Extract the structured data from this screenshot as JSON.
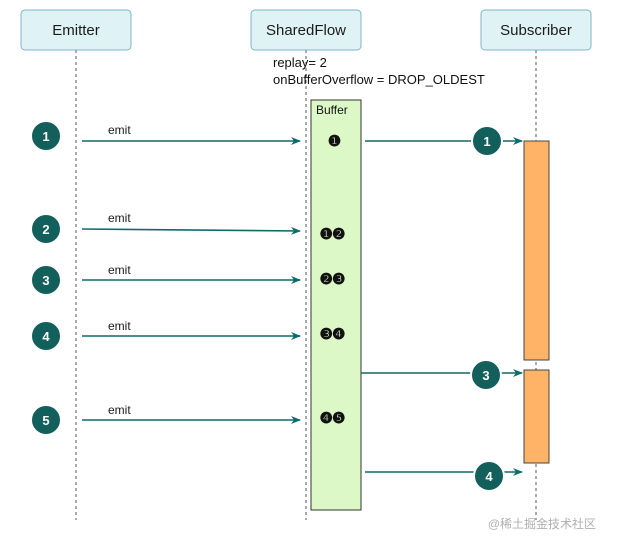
{
  "participants": {
    "emitter": "Emitter",
    "shared_flow": "SharedFlow",
    "subscriber": "Subscriber"
  },
  "config": {
    "replay": "replay= 2",
    "overflow": "onBufferOverflow = DROP_OLDEST"
  },
  "buffer": {
    "label": "Buffer",
    "states": [
      "❶",
      "❶❷",
      "❷❸",
      "❸❹",
      "❹❺"
    ]
  },
  "emits": [
    {
      "number": "1",
      "label": "emit"
    },
    {
      "number": "2",
      "label": "emit"
    },
    {
      "number": "3",
      "label": "emit"
    },
    {
      "number": "4",
      "label": "emit"
    },
    {
      "number": "5",
      "label": "emit"
    }
  ],
  "deliveries": [
    "1",
    "3",
    "4"
  ],
  "watermark": "@稀土掘金技术社区",
  "colors": {
    "lifeline_fill": "#dff3f7",
    "arrow": "#0f6b6b",
    "badge": "#135f5c",
    "buffer_fill": "#dcf8c6",
    "activation_fill": "#ffb366"
  }
}
